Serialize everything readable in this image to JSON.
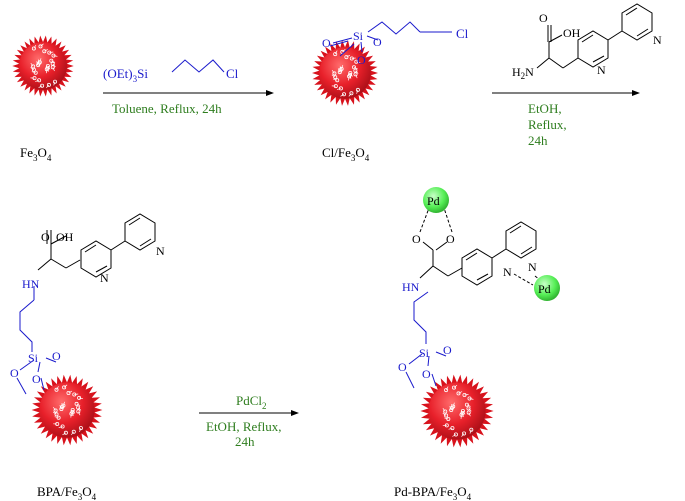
{
  "nanoparticle_label_1": "Fe",
  "nanoparticle_label_1_sub_a": "3",
  "nanoparticle_label_1_mid": "O",
  "nanoparticle_label_1_sub_b": "4",
  "reagent1": {
    "prefix": "(OEt)",
    "sub": "3",
    "si": "Si",
    "cl": "Cl"
  },
  "condition1": "Toluene, Reflux, 24h",
  "intermediate1_label": {
    "a": "Cl/Fe",
    "sub_a": "3",
    "b": "O",
    "sub_b": "4"
  },
  "reagent2": {
    "cooh": "OH",
    "o": "O",
    "nh2": "H",
    "nh2_sub": "2",
    "n_label": "N",
    "n": "N"
  },
  "condition2": [
    "EtOH,",
    "Reflux,",
    "24h"
  ],
  "intermediate2_label": {
    "a": "BPA/Fe",
    "sub_a": "3",
    "b": "O",
    "sub_b": "4"
  },
  "reagent3": {
    "a": "PdCl",
    "sub": "2"
  },
  "condition3": [
    "EtOH, Reflux,",
    "24h"
  ],
  "product_label": {
    "a": "Pd-BPA/Fe",
    "sub_a": "3",
    "b": "O",
    "sub_b": "4"
  },
  "atoms": {
    "si": "Si",
    "o": "O",
    "hn": "HN",
    "oh": "OH",
    "n": "N",
    "pd": "Pd",
    "cl": "Cl"
  },
  "colors": {
    "particle": "#e8202a",
    "particle_dark": "#b0121a",
    "linker": "#1a1acc",
    "condition": "#2e7d1e",
    "pd": "#55ee55"
  }
}
